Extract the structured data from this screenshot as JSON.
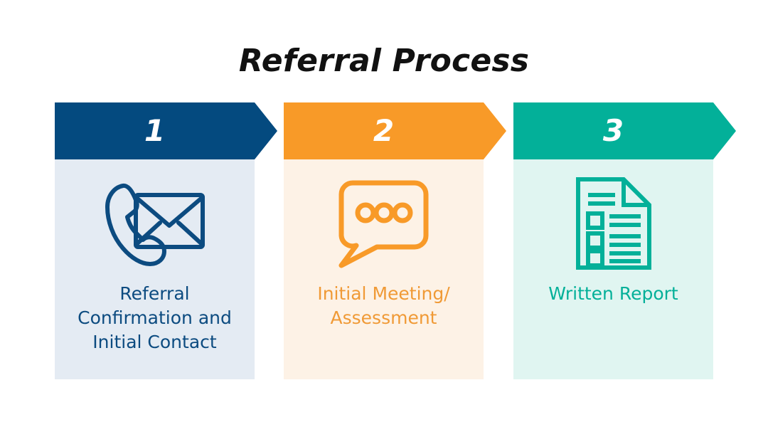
{
  "title": "Referral Process",
  "colors": {
    "step1_accent": "#044a7f",
    "step1_panel": "#e4ebf3",
    "step2_accent": "#f89a28",
    "step2_panel": "#fdf2e6",
    "step3_accent": "#03b099",
    "step3_panel": "#e0f5f1",
    "title_text": "#111111",
    "number_text": "#ffffff",
    "background": "#ffffff"
  },
  "steps": [
    {
      "number": "1",
      "caption": "Referral\nConfirmation and\nInitial Contact",
      "icon": "phone-envelope-icon",
      "accent": "#044a7f",
      "panel": "#e4ebf3"
    },
    {
      "number": "2",
      "caption": "Initial Meeting/\nAssessment",
      "icon": "speech-bubble-icon",
      "accent": "#f89a28",
      "panel": "#fdf2e6"
    },
    {
      "number": "3",
      "caption": "Written Report",
      "icon": "document-checklist-icon",
      "accent": "#03b099",
      "panel": "#e0f5f1"
    }
  ]
}
